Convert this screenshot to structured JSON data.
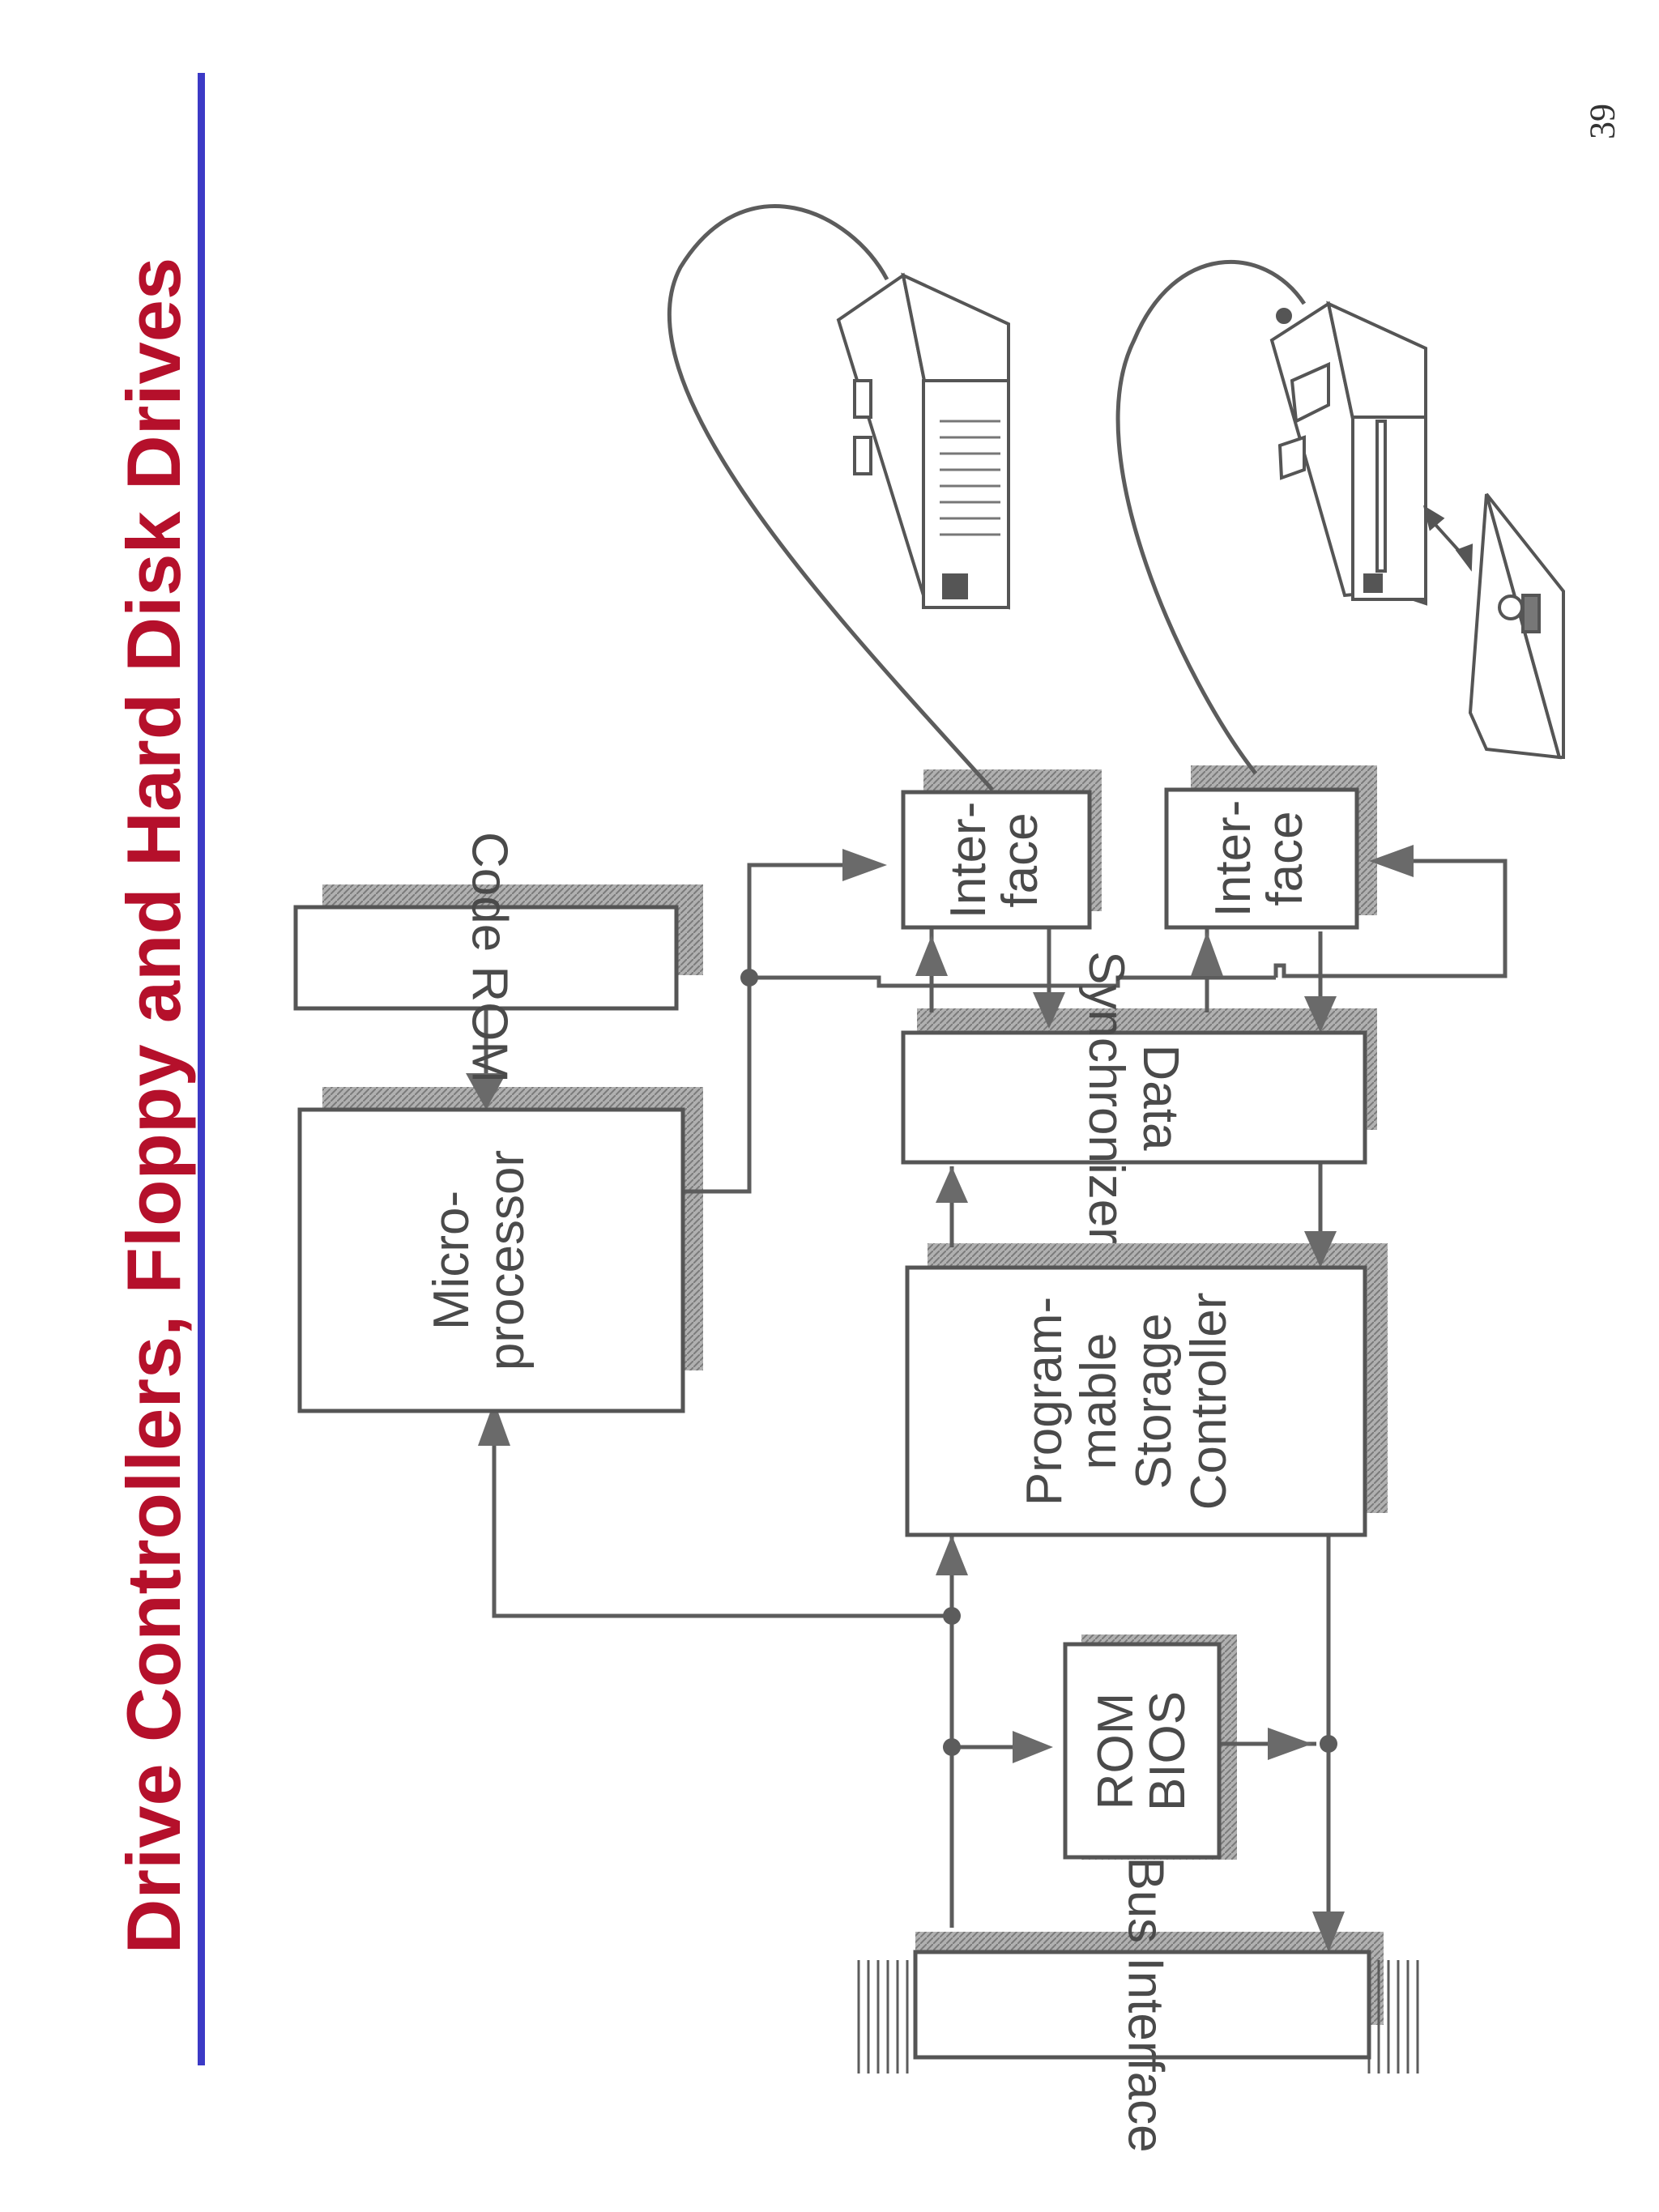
{
  "title": "Drive Controllers, Floppy and Hard Disk Drives",
  "page_number": "39",
  "colors": {
    "title": "#b5102b",
    "rule": "#3c3ac6",
    "line": "#666666",
    "shadow": "#9a9a9a"
  },
  "blocks": {
    "code_rom": "Code ROM",
    "microprocessor": [
      "Micro-",
      "processor"
    ],
    "data_synchronizer": [
      "Data",
      "Synchronizer"
    ],
    "storage_controller": [
      "Program-",
      "mable",
      "Storage",
      "Controller"
    ],
    "interface_1": [
      "Inter-",
      "face"
    ],
    "interface_2": [
      "Inter-",
      "face"
    ],
    "rom_bios": [
      "ROM",
      "BIOS"
    ],
    "bus_interface": "Bus Interface"
  },
  "devices": [
    "hard-disk-drive",
    "floppy-disk-drive",
    "floppy-diskette"
  ]
}
